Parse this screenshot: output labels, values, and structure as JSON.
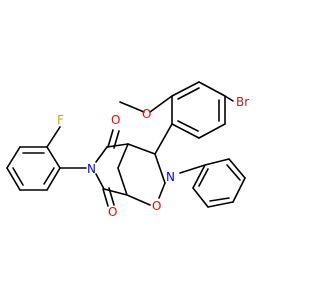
{
  "atoms": {
    "br": {
      "text": "Br",
      "color": "#a52a2a"
    },
    "o_methoxy": {
      "text": "O",
      "color": "#ff0000"
    },
    "o_ketone_top": {
      "text": "O",
      "color": "#ff0000"
    },
    "o_ketone_bottom": {
      "text": "O",
      "color": "#ff0000"
    },
    "o_ring": {
      "text": "O",
      "color": "#ff0000"
    },
    "n_imide": {
      "text": "N",
      "color": "#0000ff"
    },
    "n_ring": {
      "text": "N",
      "color": "#0000ff"
    },
    "f": {
      "text": "F",
      "color": "#ccaa00"
    }
  },
  "bond_color": "#000000",
  "background": "#ffffff"
}
